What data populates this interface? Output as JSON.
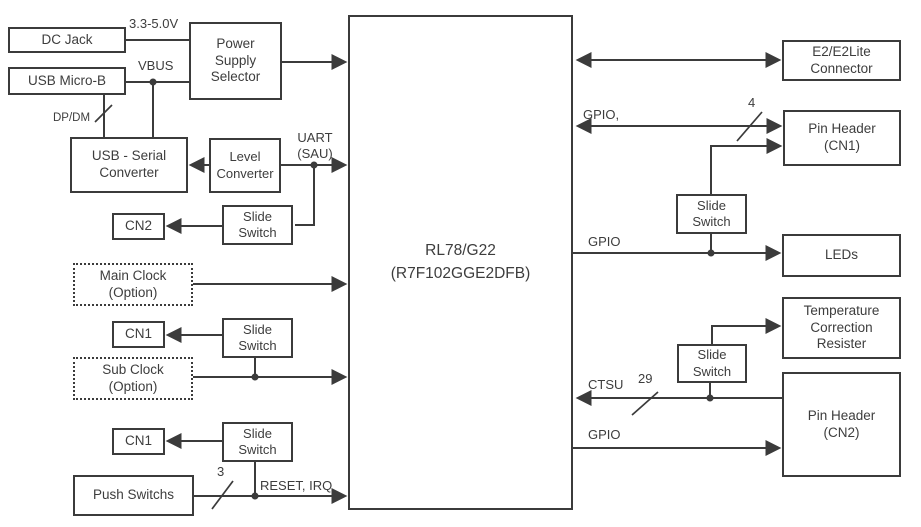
{
  "colors": {
    "line": "#3b3b3b",
    "text": "#3d3d3d",
    "background": "#ffffff"
  },
  "blocks": {
    "dc_jack": {
      "label": "DC Jack"
    },
    "usb_micro_b": {
      "label": "USB Micro-B"
    },
    "power_supply_selector": {
      "line1": "Power",
      "line2": "Supply",
      "line3": "Selector"
    },
    "usb_serial_converter": {
      "line1": "USB - Serial",
      "line2": "Converter"
    },
    "level_converter": {
      "line1": "Level",
      "line2": "Converter"
    },
    "cn2": {
      "label": "CN2"
    },
    "slide_switch": {
      "line1": "Slide",
      "line2": "Switch"
    },
    "main_clock": {
      "line1": "Main Clock",
      "line2": "(Option)"
    },
    "cn1": {
      "label": "CN1"
    },
    "sub_clock": {
      "line1": "Sub Clock",
      "line2": "(Option)"
    },
    "push_switchs": {
      "label": "Push Switchs"
    },
    "mcu": {
      "line1": "RL78/G22",
      "line2": "(R7F102GGE2DFB)"
    },
    "e2_e2lite_connector": {
      "line1": "E2/E2Lite",
      "line2": "Connector"
    },
    "pin_header_cn1": {
      "line1": "Pin Header",
      "line2": "(CN1)"
    },
    "leds": {
      "label": "LEDs"
    },
    "temperature_correction_resister": {
      "line1": "Temperature",
      "line2": "Correction",
      "line3": "Resister"
    },
    "pin_header_cn2": {
      "line1": "Pin Header",
      "line2": "(CN2)"
    }
  },
  "wire_labels": {
    "supply_voltage": "3.3-5.0V",
    "vbus": "VBUS",
    "dp_dm": "DP/DM",
    "uart_line1": "UART",
    "uart_line2": "(SAU)",
    "gpio_pin_header_cn1": "GPIO,",
    "bus_width_pin_header_cn1": "4",
    "gpio_leds": "GPIO",
    "ctsu": "CTSU",
    "bus_width_ctsu": "29",
    "gpio_pin_header_cn2": "GPIO",
    "bus_width_push_switchs": "3",
    "reset_irq": "RESET, IRQ"
  }
}
